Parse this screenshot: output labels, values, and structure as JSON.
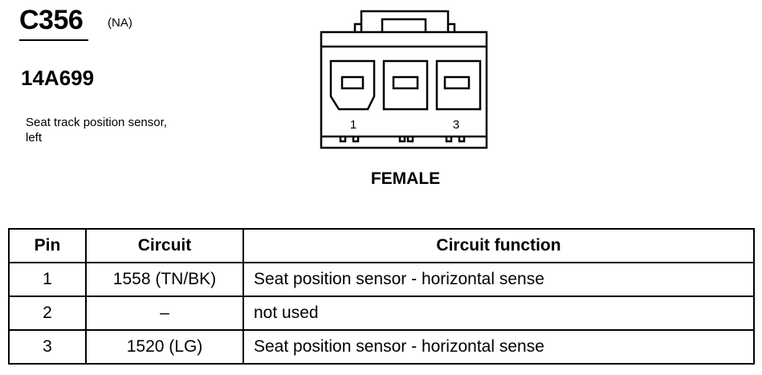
{
  "connector": {
    "id": "C356",
    "variant": "(NA)",
    "part_number": "14A699",
    "description_lines": [
      "Seat track position sensor,",
      "left"
    ],
    "gender": "FEMALE",
    "cavity_labels": [
      "1",
      "3"
    ]
  },
  "table": {
    "headers": [
      "Pin",
      "Circuit",
      "Circuit function"
    ],
    "rows": [
      {
        "pin": "1",
        "circuit": "1558 (TN/BK)",
        "function": "Seat position sensor - horizontal sense"
      },
      {
        "pin": "2",
        "circuit": "–",
        "function": "not used"
      },
      {
        "pin": "3",
        "circuit": "1520 (LG)",
        "function": "Seat position sensor - horizontal sense"
      }
    ]
  }
}
